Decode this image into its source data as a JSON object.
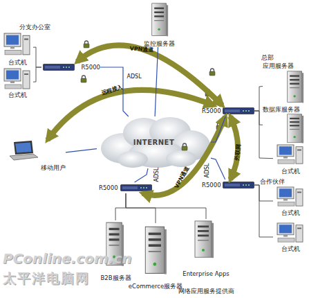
{
  "diagram": {
    "nodes": [
      {
        "text": [
          "监控服务器"
        ]
      },
      {
        "text": [
          "台式机"
        ]
      },
      {
        "text": [
          "台式机"
        ]
      },
      {
        "text": [
          "R5000"
        ]
      },
      {
        "text": [
          "移动用户"
        ]
      },
      {
        "text": [
          "INTERNET"
        ]
      },
      {
        "text": [
          "R5000"
        ]
      },
      {
        "text": [
          "应用服务器"
        ]
      },
      {
        "text": [
          "数据库服务器"
        ]
      },
      {
        "text": [
          "台式机"
        ]
      },
      {
        "text": [
          "台式机"
        ]
      },
      {
        "text": [
          "台式机"
        ]
      },
      {
        "text": [
          "R5000"
        ]
      },
      {
        "text": [
          "R5000"
        ]
      },
      {
        "text": [
          "B2B服务器"
        ]
      },
      {
        "text": [
          "eCommerce服务器"
        ]
      },
      {
        "text": [
          "Enterprise Apps"
        ]
      }
    ],
    "edges": [
      {
        "from": 3,
        "to": 6,
        "arrow": "both",
        "label": "VPN通道"
      },
      {
        "from": 4,
        "to": 6,
        "arrow": "both",
        "label": "远程接入"
      },
      {
        "from": 13,
        "to": 6,
        "arrow": "both",
        "label": "VPN通道"
      },
      {
        "from": 6,
        "to": 12,
        "arrow": "both",
        "label": "外联网"
      },
      {
        "from": 3,
        "to": 5,
        "arrow": "none",
        "label": "ADSL"
      },
      {
        "from": 0,
        "to": 5,
        "arrow": "none"
      },
      {
        "from": 6,
        "to": 5,
        "arrow": "none"
      },
      {
        "from": 12,
        "to": 5,
        "arrow": "none",
        "label": "ADSL"
      },
      {
        "from": 13,
        "to": 5,
        "arrow": "none",
        "label": "ADSL"
      },
      {
        "from": 4,
        "to": 5,
        "arrow": "none"
      },
      {
        "from": 3,
        "to": 1,
        "arrow": "none"
      },
      {
        "from": 3,
        "to": 2,
        "arrow": "none"
      },
      {
        "from": 6,
        "to": 7,
        "arrow": "none"
      },
      {
        "from": 6,
        "to": 8,
        "arrow": "none"
      },
      {
        "from": 6,
        "to": 9,
        "arrow": "none"
      },
      {
        "from": 12,
        "to": 10,
        "arrow": "none"
      },
      {
        "from": 12,
        "to": 11,
        "arrow": "none"
      },
      {
        "from": 13,
        "to": 14,
        "arrow": "none"
      },
      {
        "from": 13,
        "to": 15,
        "arrow": "none"
      },
      {
        "from": 13,
        "to": 16,
        "arrow": "none"
      }
    ],
    "labels": [
      "分支办公室",
      "总部",
      "合作伙伴",
      "网络应用服务提供商",
      "PConline.com.cn",
      "太平洋电脑网"
    ]
  }
}
